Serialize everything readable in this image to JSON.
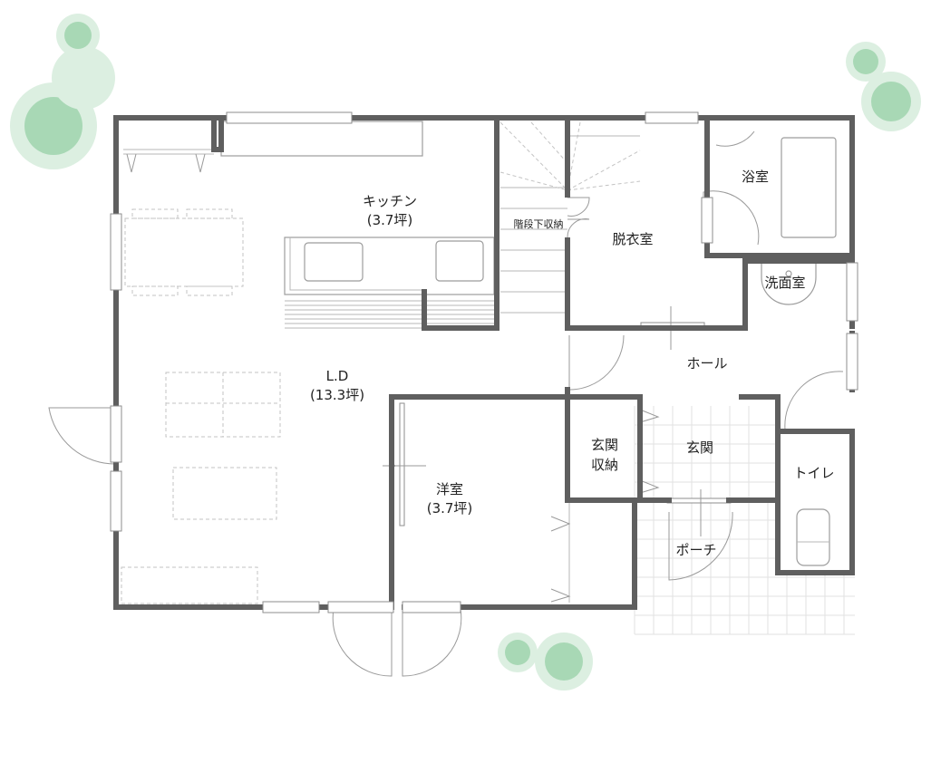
{
  "rooms": {
    "kitchen": {
      "name": "キッチン",
      "area": "(3.7坪)"
    },
    "under_stairs": {
      "name": "階段下収納"
    },
    "dressing": {
      "name": "脱衣室"
    },
    "bath": {
      "name": "浴室"
    },
    "washroom": {
      "name": "洗面室"
    },
    "ld": {
      "name": "L.D",
      "area": "(13.3坪)"
    },
    "hall": {
      "name": "ホール"
    },
    "entrance": {
      "name": "玄関"
    },
    "entrance_storage": {
      "line1": "玄関",
      "line2": "収納"
    },
    "toilet": {
      "name": "トイレ"
    },
    "western": {
      "name": "洋室",
      "area": "(3.7坪)"
    },
    "porch": {
      "name": "ポーチ"
    }
  },
  "colors": {
    "wall": "#5f5f5f",
    "tree_outer": "#dcefe1",
    "tree_inner": "#a8d8b5"
  },
  "icons": [
    "tree-icon",
    "door-swing-icon",
    "window-icon",
    "bathtub-icon",
    "toilet-icon",
    "washbasin-icon",
    "sink-icon",
    "stairs-icon"
  ]
}
